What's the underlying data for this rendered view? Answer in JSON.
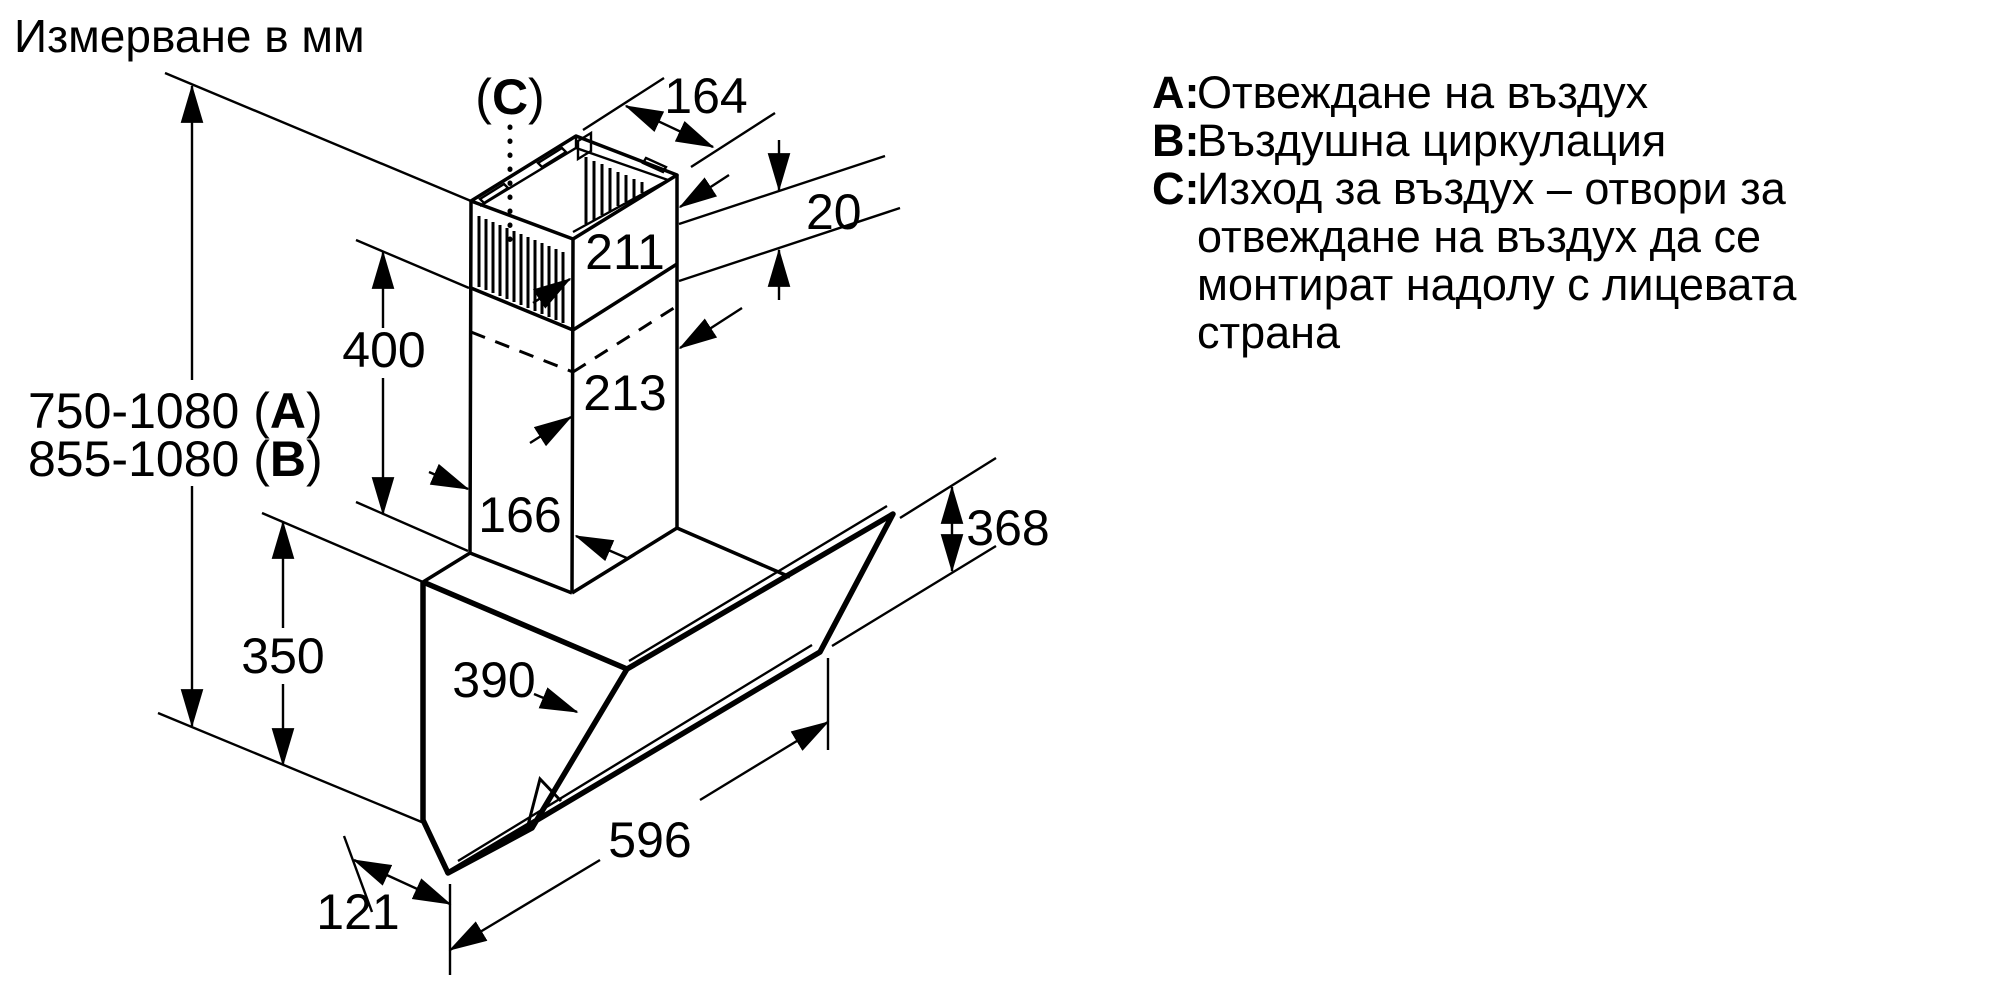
{
  "title": "Измерване в мм",
  "diagram": {
    "c_marker": {
      "pre": "(",
      "letter": "C",
      "post": ")"
    },
    "dims": {
      "d164": "164",
      "d20": "20",
      "d211": "211",
      "d213": "213",
      "d400": "400",
      "d166": "166",
      "d350": "350",
      "d390": "390",
      "d368": "368",
      "d596": "596",
      "d121": "121"
    },
    "ranges": {
      "a": {
        "pre": "750-1080 (",
        "letter": "A",
        "post": ")"
      },
      "b": {
        "pre": "855-1080 (",
        "letter": "B",
        "post": ")"
      }
    }
  },
  "legend": {
    "items": [
      {
        "key": "A:",
        "lines": [
          "Отвеждане на въздух"
        ]
      },
      {
        "key": "B:",
        "lines": [
          "Въздушна циркулация"
        ]
      },
      {
        "key": "C:",
        "lines": [
          "Изход за въздух – отвори за",
          "отвеждане на въздух да се",
          "монтират надолу с лицевата",
          "страна"
        ]
      }
    ]
  }
}
